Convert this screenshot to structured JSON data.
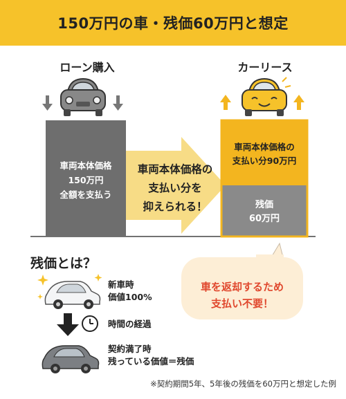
{
  "title": "150万円の車・残価60万円と想定",
  "loan": {
    "label": "ローン購入",
    "box_lines": [
      "車両本体価格",
      "150万円",
      "全額を支払う"
    ]
  },
  "middle": {
    "lines": [
      "車両本体価格の",
      "支払い分を",
      "抑えられる！"
    ]
  },
  "lease": {
    "label": "カーリース",
    "top_lines": [
      "車両本体価格の",
      "支払い分90万円"
    ],
    "residual_lines": [
      "残価",
      "60万円"
    ],
    "bubble_lines": [
      "車を返却するため",
      "支払い不要！"
    ]
  },
  "zanka": {
    "title": "残価とは？",
    "step1_lines": [
      "新車時",
      "価値100%"
    ],
    "step2": "時間の経過",
    "step3_lines": [
      "契約満了時",
      "残っている価値＝残価"
    ]
  },
  "footnote": "※契約期間5年、5年後の残価を60万円と想定した例",
  "colors": {
    "accent": "#f6c22a",
    "dark_box": "#6e6e6e",
    "lease_top": "#f3b51f",
    "residual": "#8a8a8a",
    "bubble_text": "#e0482e"
  },
  "icons": [
    "down-arrow-icon",
    "gray-car-icon",
    "up-arrow-icon",
    "yellow-smiling-car-icon",
    "right-arrow-icon",
    "sparkle-icon",
    "white-car-icon",
    "clock-icon",
    "old-gray-car-icon"
  ]
}
